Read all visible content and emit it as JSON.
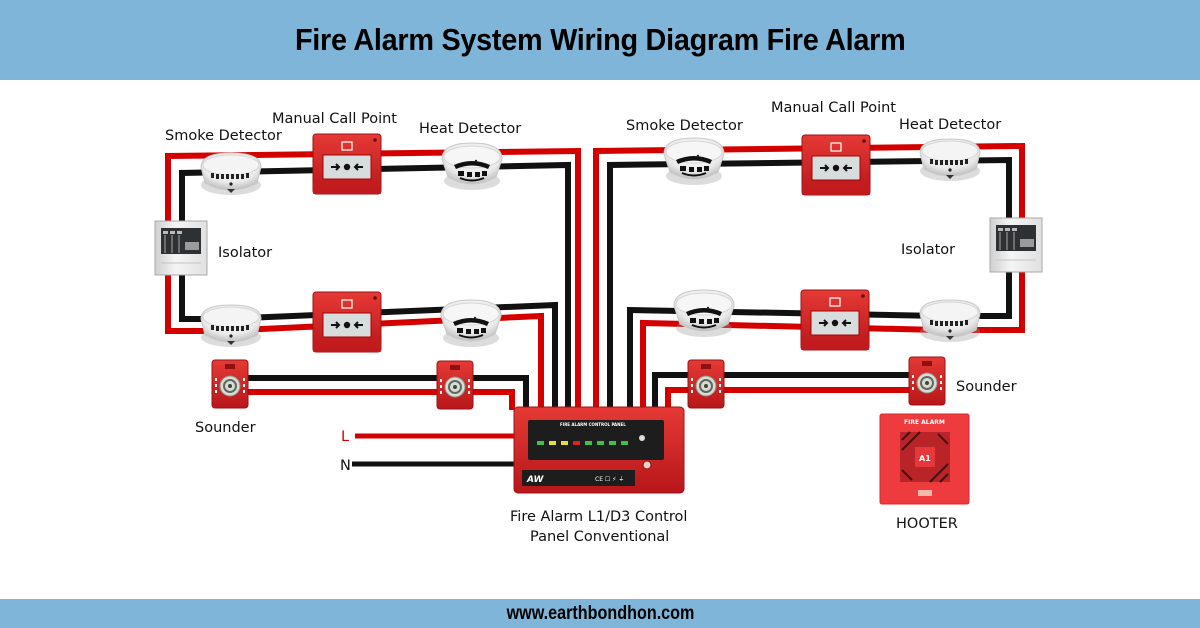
{
  "header": {
    "title": "Fire Alarm System Wiring Diagram Fire Alarm"
  },
  "footer": {
    "website": "www.earthbondhon.com"
  },
  "colors": {
    "banner": "#7fb5d8",
    "wire_live": "#d40000",
    "wire_neutral": "#111111",
    "device_red": "#d8292b"
  },
  "left_loop": {
    "top_row": {
      "smoke_detector": "Smoke Detector",
      "manual_call_point": "Manual Call Point",
      "heat_detector": "Heat Detector"
    },
    "isolator": "Isolator",
    "sounder": "Sounder"
  },
  "right_loop": {
    "top_row": {
      "smoke_detector": "Smoke Detector",
      "manual_call_point": "Manual Call Point",
      "heat_detector": "Heat Detector"
    },
    "isolator": "Isolator",
    "sounder": "Sounder"
  },
  "power": {
    "live": "L",
    "neutral": "N"
  },
  "control_panel": {
    "label_line1": "Fire Alarm L1/D3 Control",
    "label_line2": "Panel Conventional",
    "panel_text": "FIRE ALARM CONTROL PANEL",
    "brand": "AW"
  },
  "hooter": {
    "label": "HOOTER",
    "face_text": "FIRE ALARM",
    "center_text": "A1"
  }
}
